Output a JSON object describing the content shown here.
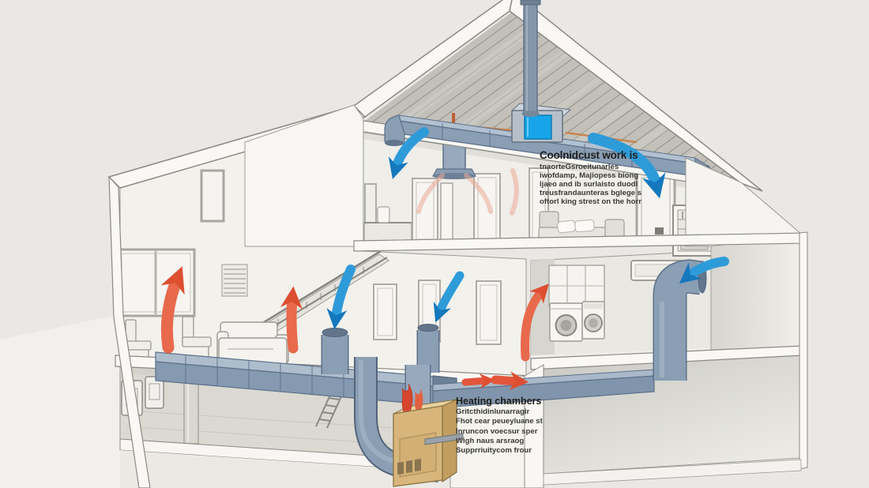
{
  "scene": {
    "description": "Cutaway illustration of a two-story house with basement showing forced-air HVAC ductwork, a basement furnace, an attic air handler, warm-air supply arrows (red) and cool/return airflow arrows (blue)."
  },
  "annotations": {
    "cooling": {
      "title": "Coolnidcust work is",
      "lines": [
        "tnaorteGsroeitunarles",
        "iwofdamp, Majiopess biong",
        "ljaeo and ib surlaisto duodl",
        "treusfrandaunteras bglege s",
        "oftorl king strest on the horr"
      ]
    },
    "heating": {
      "title": "Heating chambers",
      "lines": [
        "Gritcthidinlunarragir",
        "Fhot cear peueyluane st",
        "Inruncon voecsur sper",
        "Wigh naus arsraog",
        "Supprriuitycom frour"
      ]
    }
  },
  "legend": {
    "cool_air_arrow_color": "#2e9bd9",
    "warm_air_arrow_color": "#e8694c"
  },
  "colors": {
    "background": "#e9e8e4",
    "house_white": "#f9f8f5",
    "outline": "#85847e",
    "attic_wood": "#c2c0b9",
    "duct": "#8a9eb4",
    "duct_shadow": "#5c7089",
    "duct_highlight": "#b2c1d1",
    "cool_arrow": "#2e9bd9",
    "cool_arrow_head": "#1478bd",
    "warm_arrow": "#e8694c",
    "warm_arrow_head": "#dd4f31",
    "furnace_body": "#d8b67b",
    "air_handler_panel": "#16a5e8",
    "flame": "#d6452f",
    "concrete": "#dbd9d2"
  },
  "components": [
    "gable-roof",
    "shed-roof",
    "attic",
    "air-handler",
    "flue-pipe",
    "attic-supply-duct",
    "supply-trunk-duct",
    "branch-duct",
    "supply-risers",
    "furnace",
    "furnace-flames",
    "washing-machine",
    "clothes-dryer",
    "wall-cabinets",
    "wall-register",
    "staircase",
    "sofa",
    "armchairs",
    "bed",
    "bathroom-vanity",
    "picture-window",
    "bedroom-window",
    "basement-column",
    "electrical-panels",
    "step-ladder",
    "side-storage-room"
  ]
}
